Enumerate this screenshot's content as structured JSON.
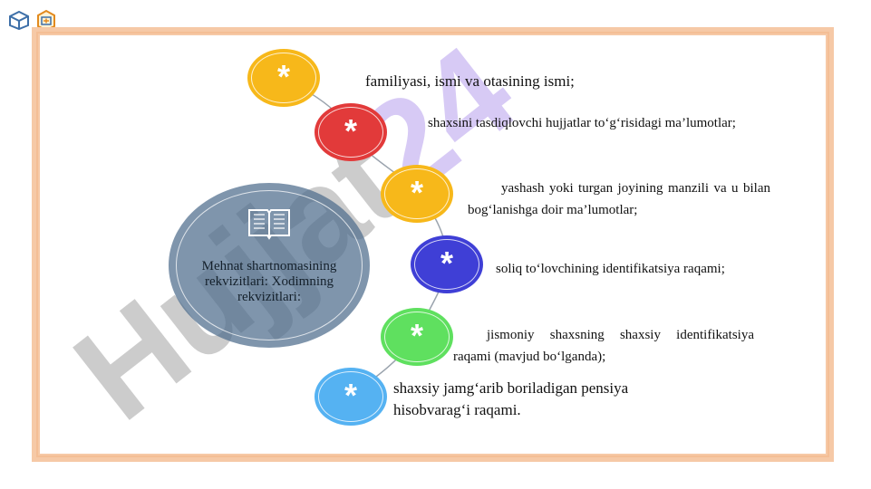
{
  "hub": {
    "title": "Mehnat shartnomasining rekvizitlari: Xodimning rekvizitlari:",
    "icon": "book-icon"
  },
  "bullet_symbol": "*",
  "items": [
    {
      "text": "familiyasi, ismi va otasining ismi;",
      "color": "#f7b81a"
    },
    {
      "text": "shaxsini tasdiqlovchi hujjatlar to‘g‘risidagi ma’lumotlar;",
      "color": "#e23a3a"
    },
    {
      "text": "yashash yoki turgan joyining manzili va u bilan bog‘lanishga doir ma’lumotlar;",
      "color": "#f7b81a"
    },
    {
      "text": "soliq to‘lovchining identifikatsiya raqami;",
      "color": "#3f3fd6"
    },
    {
      "text": "jismoniy shaxsning shaxsiy identifikatsiya raqami (mavjud bo‘lganda);",
      "color": "#5fe05f"
    },
    {
      "text": "shaxsiy jamg‘arib boriladigan pensiya hisobvarag‘i raqami.",
      "color": "#55b2f2"
    }
  ],
  "watermark": {
    "text": "Hujjat24"
  },
  "colors": {
    "frame": "#f6c9a6",
    "hub": "#4d6c8c",
    "watermark_gray": "#9a9a9a",
    "watermark_purple": "#c9b8f2"
  }
}
